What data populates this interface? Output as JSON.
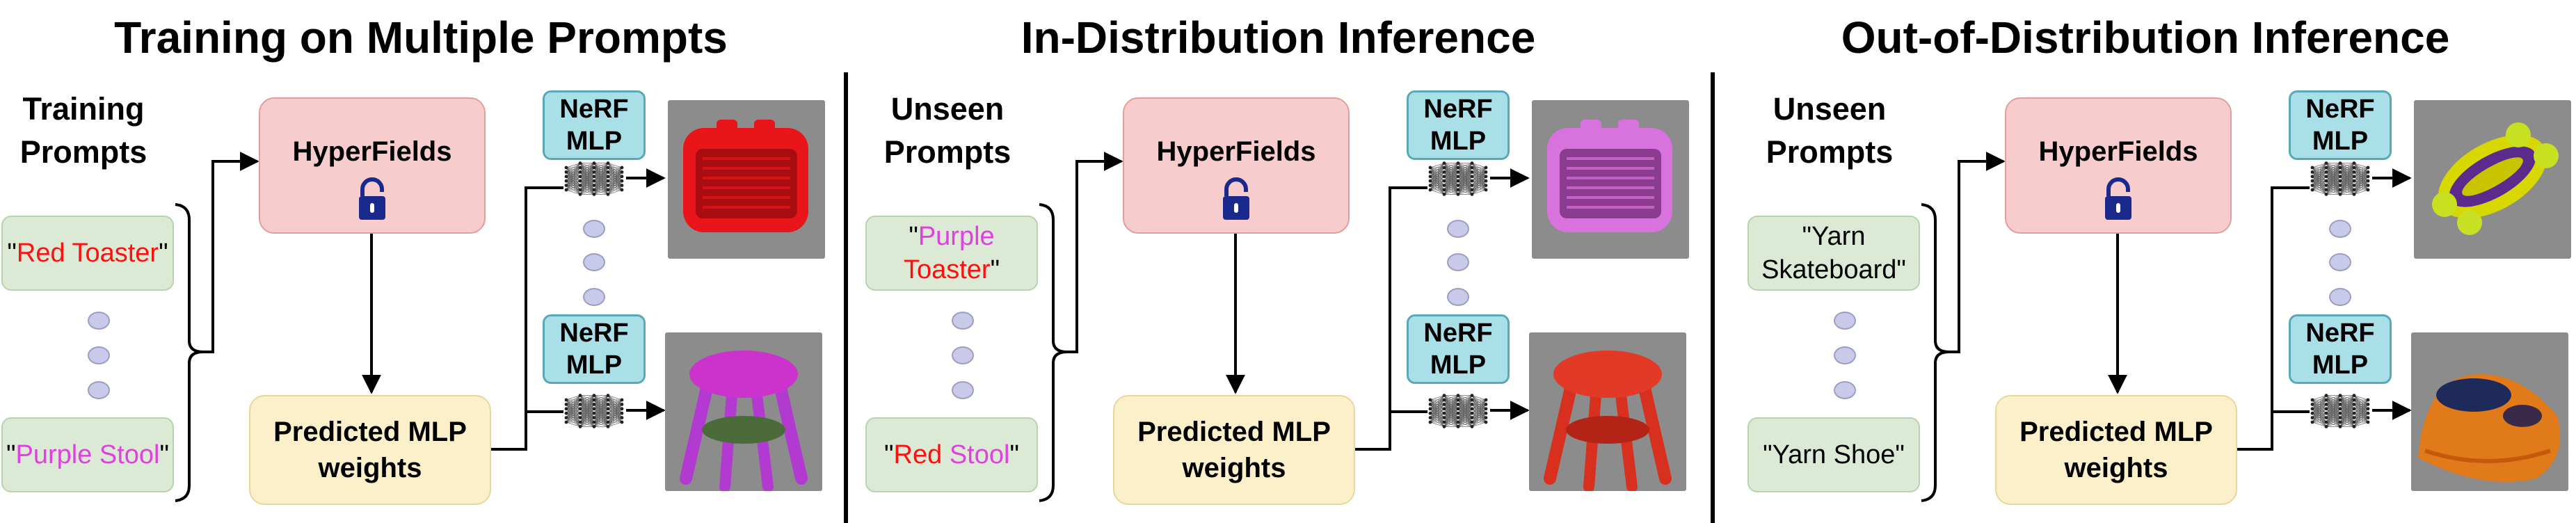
{
  "panels": [
    {
      "title": "Training on Multiple Prompts",
      "prompts_header": "Training\nPrompts",
      "prompt_top": {
        "parts": [
          {
            "t": "\"",
            "c": "k"
          },
          {
            "t": "Red Toaster",
            "c": "red"
          },
          {
            "t": "\"",
            "c": "k"
          }
        ]
      },
      "prompt_bottom": {
        "parts": [
          {
            "t": "\"",
            "c": "k"
          },
          {
            "t": "Purple Stool",
            "c": "mag"
          },
          {
            "t": "\"",
            "c": "k"
          }
        ]
      },
      "hyperfields_label": "HyperFields",
      "predicted_label": "Predicted MLP\nweights",
      "nerf_top": "NeRF\nMLP",
      "nerf_bottom": "NeRF\nMLP",
      "result_top": "red-toaster",
      "result_bottom": "purple-stool"
    },
    {
      "title": "In-Distribution Inference",
      "prompts_header": "Unseen\nPrompts",
      "prompt_top": {
        "parts": [
          {
            "t": "\"",
            "c": "k"
          },
          {
            "t": "Purple",
            "c": "mag"
          },
          {
            "t": "\n",
            "c": "k"
          },
          {
            "t": "Toaster",
            "c": "red"
          },
          {
            "t": "\"",
            "c": "k"
          }
        ]
      },
      "prompt_bottom": {
        "parts": [
          {
            "t": "\"",
            "c": "k"
          },
          {
            "t": "Red",
            "c": "red"
          },
          {
            "t": " ",
            "c": "k"
          },
          {
            "t": "Stool",
            "c": "mag"
          },
          {
            "t": "\"",
            "c": "k"
          }
        ]
      },
      "hyperfields_label": "HyperFields",
      "predicted_label": "Predicted MLP\nweights",
      "nerf_top": "NeRF\nMLP",
      "nerf_bottom": "NeRF\nMLP",
      "result_top": "purple-toaster",
      "result_bottom": "red-stool"
    },
    {
      "title": "Out-of-Distribution Inference",
      "prompts_header": "Unseen\nPrompts",
      "prompt_top": {
        "parts": [
          {
            "t": "\"Yarn\nSkateboard\"",
            "c": "k"
          }
        ]
      },
      "prompt_bottom": {
        "parts": [
          {
            "t": "\"Yarn Shoe\"",
            "c": "k"
          }
        ]
      },
      "hyperfields_label": "HyperFields",
      "predicted_label": "Predicted MLP\nweights",
      "nerf_top": "NeRF\nMLP",
      "nerf_bottom": "NeRF\nMLP",
      "result_top": "yarn-skateboard",
      "result_bottom": "yarn-shoe"
    }
  ],
  "colors": {
    "red_text": "#ff1010",
    "purple_text": "#e040e0",
    "prompt_fill": "#dcead5",
    "hyperfields_fill": "#f6cccc",
    "predicted_fill": "#fcf0cb",
    "nerf_fill": "#a9dfe7",
    "lock": "#1a2a8c"
  },
  "icons": [
    "lock-icon",
    "mlp-network-icon",
    "ellipsis-dots"
  ]
}
